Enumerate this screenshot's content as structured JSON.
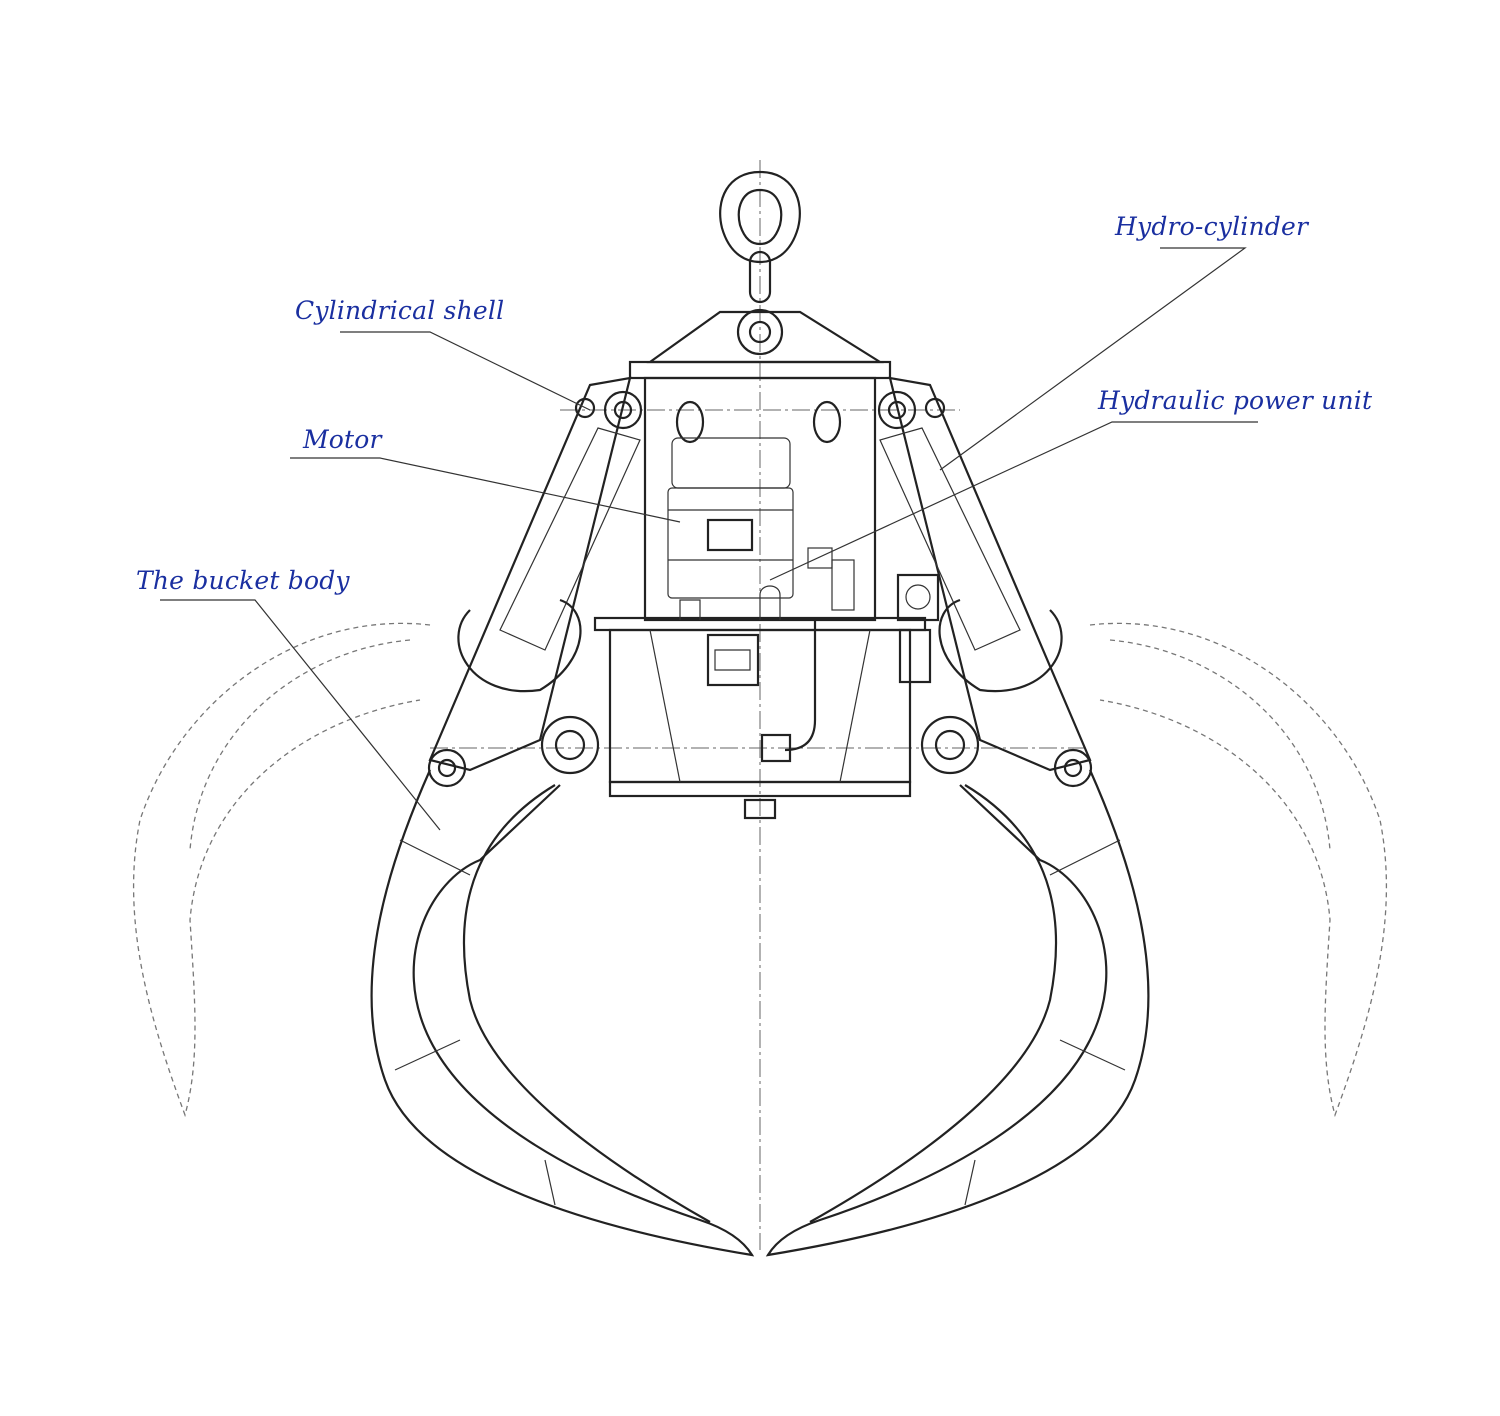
{
  "title": "Electro-hydraulic orange peel grab structure",
  "labels": {
    "hydro_cylinder": "Hydro-cylinder",
    "cylindrical_shell": "Cylindrical shell",
    "hydraulic_power_unit": "Hydraulic power unit",
    "motor": "Motor",
    "bucket_body": "The bucket body"
  },
  "colors": {
    "label": "#1a2fa0",
    "line": "#222222"
  }
}
